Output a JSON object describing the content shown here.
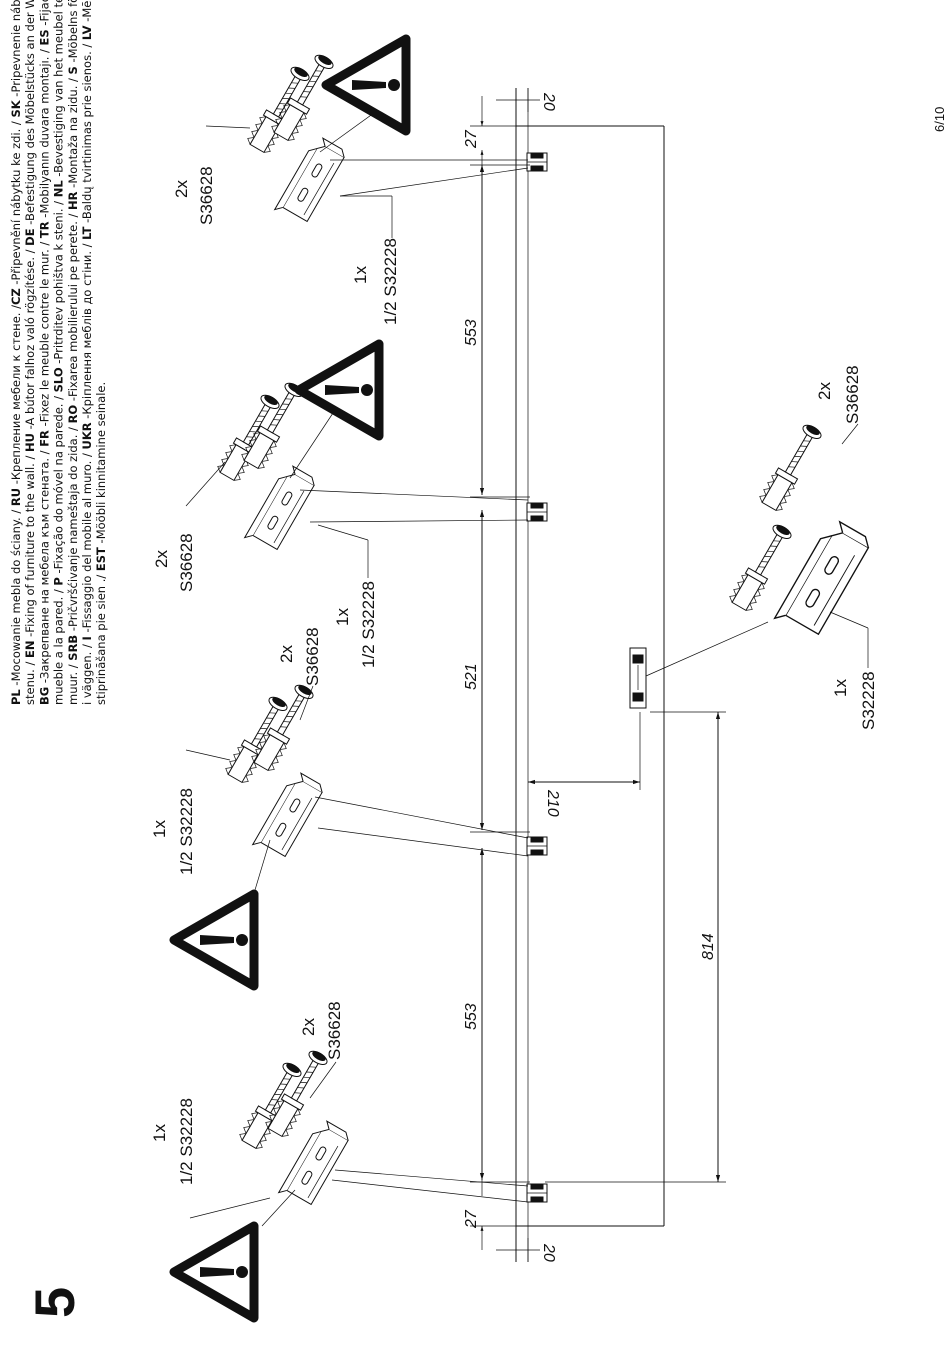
{
  "step": {
    "number": "5"
  },
  "page_number": "6/10",
  "instructions": [
    [
      {
        "t": "PL",
        "b": true
      },
      {
        "t": " -Mocowanie mebla do ściany. / "
      },
      {
        "t": "RU",
        "b": true
      },
      {
        "t": " -Крепление мебели к стене. /"
      },
      {
        "t": "CZ",
        "b": true
      },
      {
        "t": " -Připevnění nábytku ke zdi. / "
      },
      {
        "t": "SK",
        "b": true
      },
      {
        "t": " -Pripevnenie nábytku na"
      }
    ],
    [
      {
        "t": "stenu. / "
      },
      {
        "t": "EN",
        "b": true
      },
      {
        "t": " -Fixing of furniture to the wall. / "
      },
      {
        "t": "HU",
        "b": true
      },
      {
        "t": " -A bútor falhoz való rögzítése. / "
      },
      {
        "t": "DE",
        "b": true
      },
      {
        "t": " -Befestigung des Möbelstücks an der Wand. /"
      }
    ],
    [
      {
        "t": "BG",
        "b": true
      },
      {
        "t": " -Закрепване на мебела към стената. / "
      },
      {
        "t": "FR",
        "b": true
      },
      {
        "t": " -Fixez le meuble contre le mur. / "
      },
      {
        "t": "TR",
        "b": true
      },
      {
        "t": " -Mobilyanın duvara montajı. / "
      },
      {
        "t": "ES",
        "b": true
      },
      {
        "t": " -Fijación del"
      }
    ],
    [
      {
        "t": "mueble a la pared. / "
      },
      {
        "t": "P",
        "b": true
      },
      {
        "t": " -Fixação do móvel na parede. / "
      },
      {
        "t": "SLO",
        "b": true
      },
      {
        "t": " -Pritrditev pohištva k steni. / "
      },
      {
        "t": "NL",
        "b": true
      },
      {
        "t": " -Bevestiging van het meubel tegen de"
      }
    ],
    [
      {
        "t": "muur. / "
      },
      {
        "t": "SRB",
        "b": true
      },
      {
        "t": " -Pričvršćivanje nameštaja do zida. / "
      },
      {
        "t": "RO",
        "b": true
      },
      {
        "t": " -Fixarea mobilierului pe perete. / "
      },
      {
        "t": "HR",
        "b": true
      },
      {
        "t": " -Montaža na zidu. / "
      },
      {
        "t": "S",
        "b": true
      },
      {
        "t": " -Möbelns förankring"
      }
    ],
    [
      {
        "t": "i väggen. / "
      },
      {
        "t": "I",
        "b": true
      },
      {
        "t": " -Fissaggio del mobile al muro. / "
      },
      {
        "t": "UKR",
        "b": true
      },
      {
        "t": " -Кріплення меблів до стіни. / "
      },
      {
        "t": "LT",
        "b": true
      },
      {
        "t": " -Baldų tvirtinimas prie sienos. / "
      },
      {
        "t": "LV",
        "b": true
      },
      {
        "t": " -Mēbeļa"
      }
    ],
    [
      {
        "t": "stiprināšana pie sien                  ./ "
      },
      {
        "t": "EST",
        "b": true
      },
      {
        "t": " -Mööbli kinnitamine seinale."
      }
    ]
  ],
  "dimensions": {
    "top_27": "27",
    "top_20": "20",
    "bottom_27": "27",
    "bottom_20": "20",
    "d553_top": "553",
    "d521": "521",
    "d553_bottom": "553",
    "d210": "210",
    "d814": "814"
  },
  "labels": {
    "b1_qty_dowel": "2x",
    "b1_code_dowel": "S36628",
    "b1_qty_bracket": "1x",
    "b1_code_bracket": "1/2 S32228",
    "b2_qty_dowel": "2x",
    "b2_code_dowel": "S36628",
    "b2_qty_bracket": "1x",
    "b2_code_bracket": "1/2 S32228",
    "b3_qty_dowel": "2x",
    "b3_code_dowel": "S36628",
    "b3_qty_bracket": "1x",
    "b3_code_bracket": "1/2 S32228",
    "b4_qty_dowel": "2x",
    "b4_code_dowel": "S36628",
    "b4_qty_bracket": "1x",
    "b4_code_bracket": "1/2 S32228",
    "c_qty_dowel": "2x",
    "c_code_dowel": "S36628",
    "c_qty_bracket": "1x",
    "c_code_bracket": "S32228"
  },
  "warning_icon": "exclamation-triangle-icon"
}
